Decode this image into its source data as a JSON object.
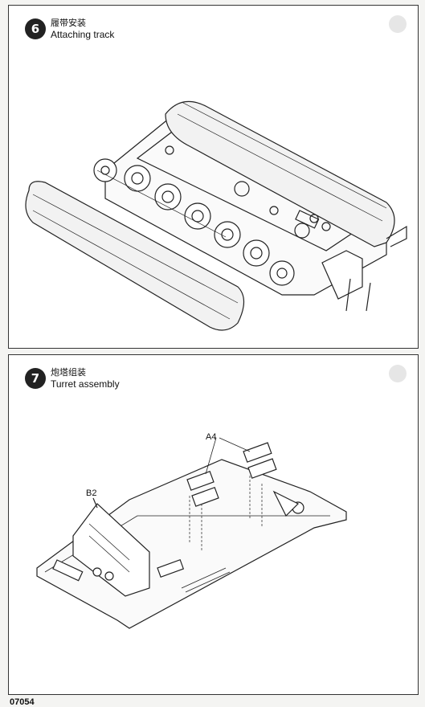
{
  "steps": [
    {
      "number": "6",
      "title_zh": "履带安装",
      "title_en": "Attaching track"
    },
    {
      "number": "7",
      "title_zh": "炮塔组装",
      "title_en": "Turret assembly"
    }
  ],
  "part_labels": {
    "a4": "A4",
    "b2": "B2"
  },
  "footer": {
    "code": "07054"
  },
  "colors": {
    "line": "#222222",
    "panel_bg": "#ffffff",
    "page_bg": "#f4f4f2"
  }
}
